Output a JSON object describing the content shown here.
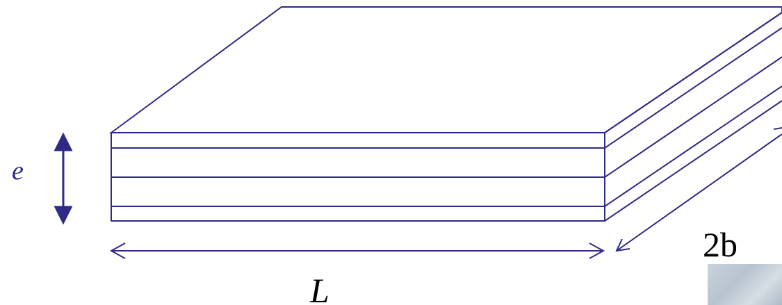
{
  "labels": {
    "thickness": "e",
    "length": "L",
    "width": "2b"
  },
  "colors": {
    "line": "#2e2a85",
    "label_italic": "#2e2a85",
    "label_plain": "#000000"
  }
}
